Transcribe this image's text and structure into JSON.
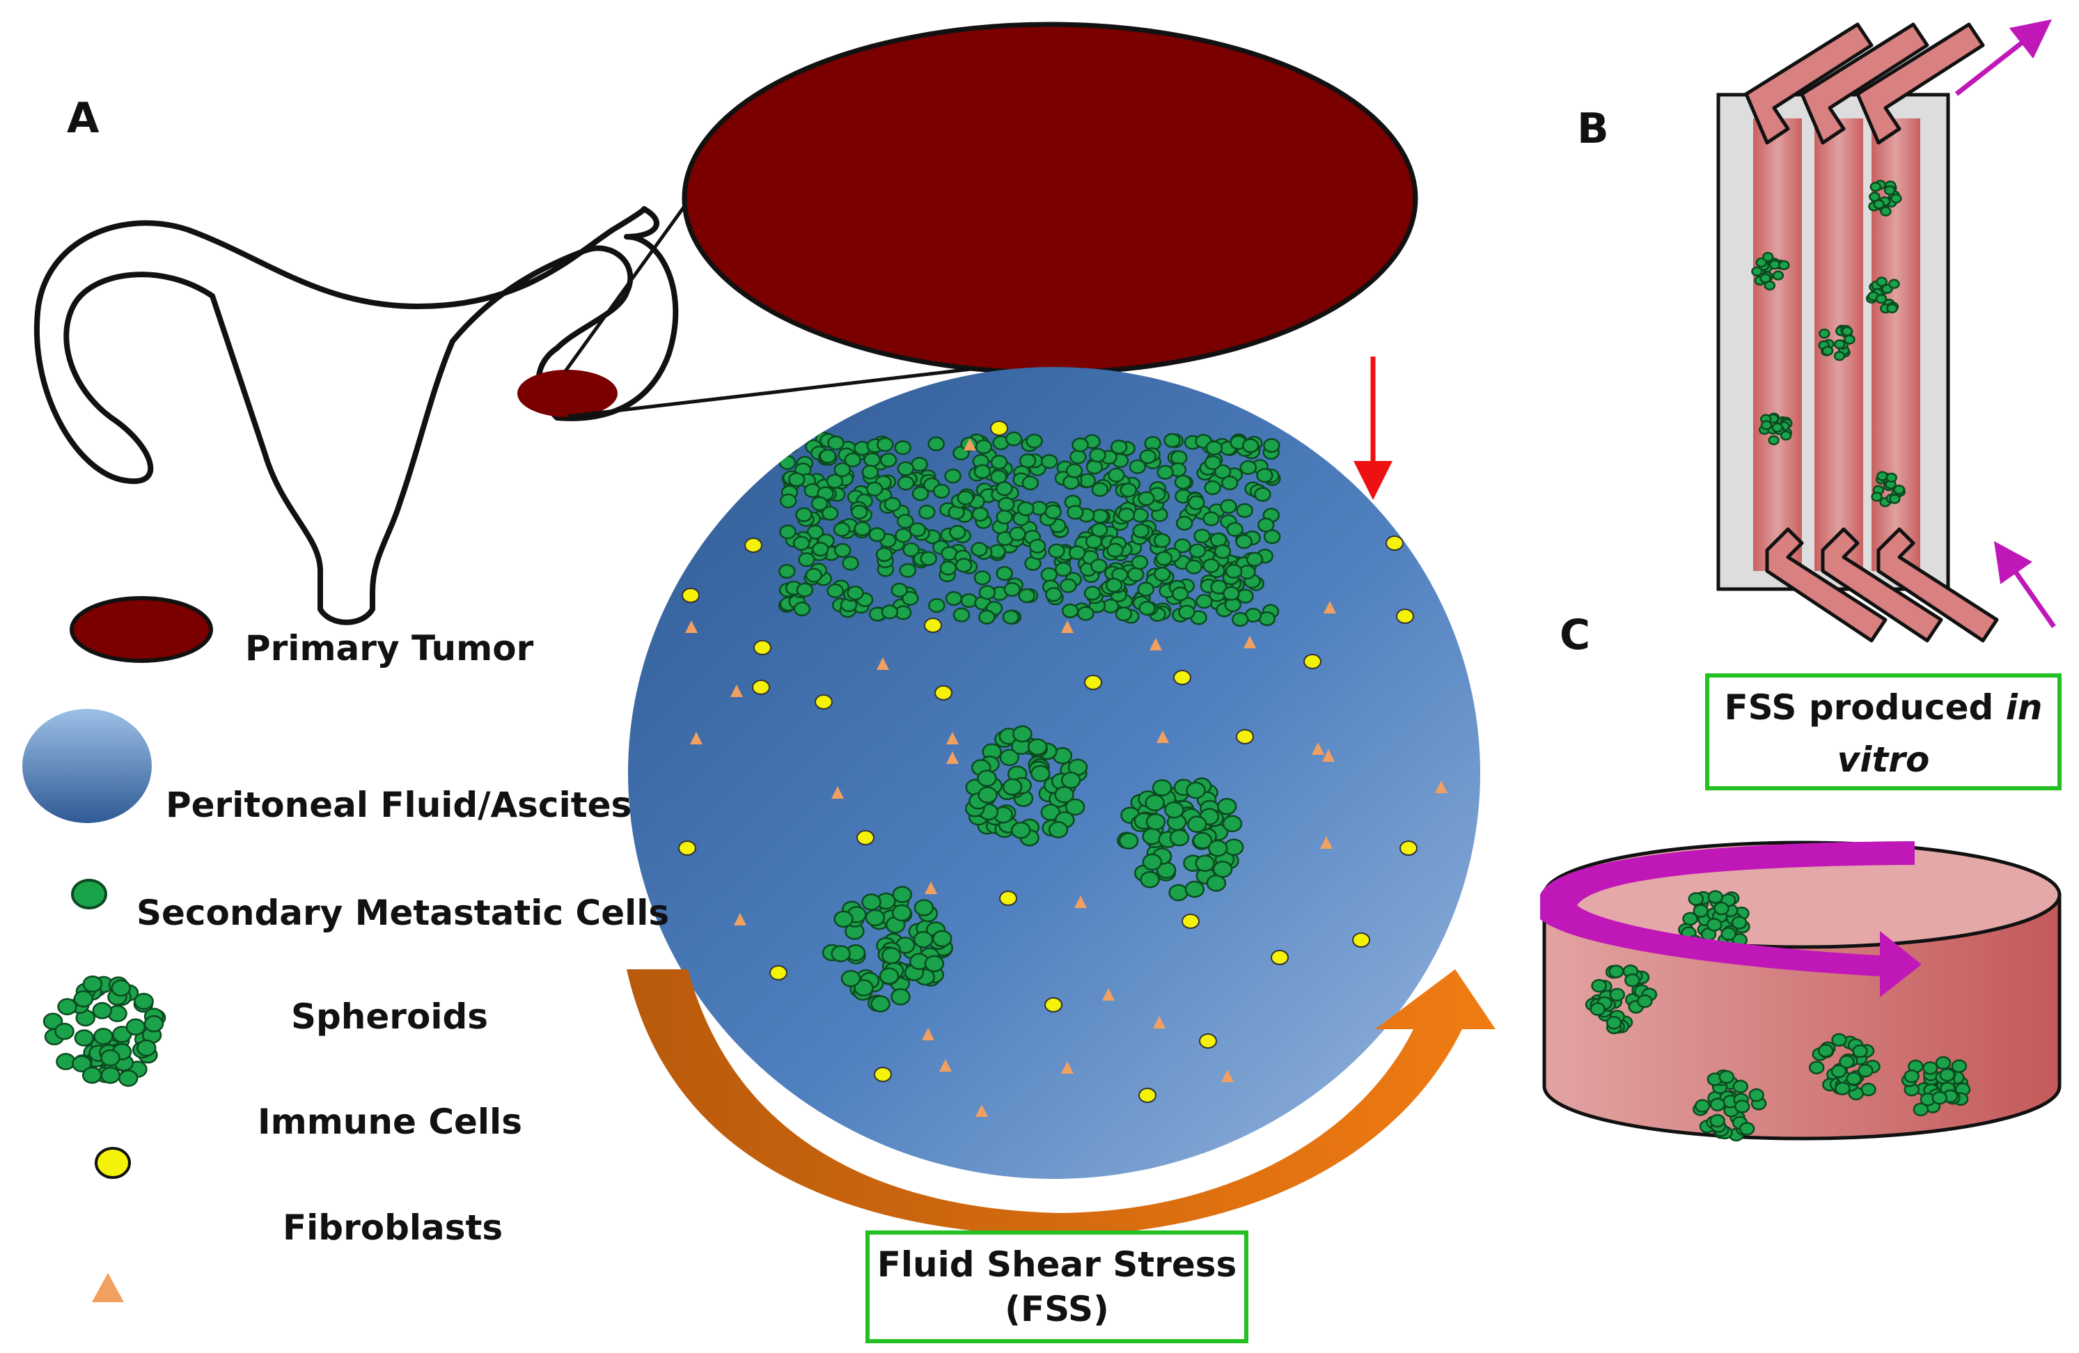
{
  "panel_labels": {
    "a": "A",
    "b": "B",
    "c": "C"
  },
  "legend": {
    "primary_tumor": "Primary Tumor",
    "peritoneal_fluid": "Peritoneal Fluid/Ascites",
    "secondary_cells": "Secondary Metastatic Cells",
    "spheroids": "Spheroids",
    "immune_cells": "Immune Cells",
    "fibroblasts": "Fibroblasts"
  },
  "boxes": {
    "fss_line1": "Fluid Shear Stress",
    "fss_line2": "(FSS)",
    "invitro_line1_prefix": "FSS produced ",
    "invitro_line1_italic": "in",
    "invitro_line2_italic": "vitro"
  },
  "colors": {
    "tumor": "#7a0000",
    "cell_green": "#1aa34a",
    "cell_outline": "#0b4a1f",
    "immune_yellow": "#f5f20a",
    "fibroblast_orange": "#f2a060",
    "fss_arrow_orange": "#e07010",
    "red_arrow": "#ee1111",
    "magenta": "#c018b8",
    "box_green": "#22c022",
    "dish_pink": "#d98b8b",
    "channel_gray": "#dddddd"
  }
}
